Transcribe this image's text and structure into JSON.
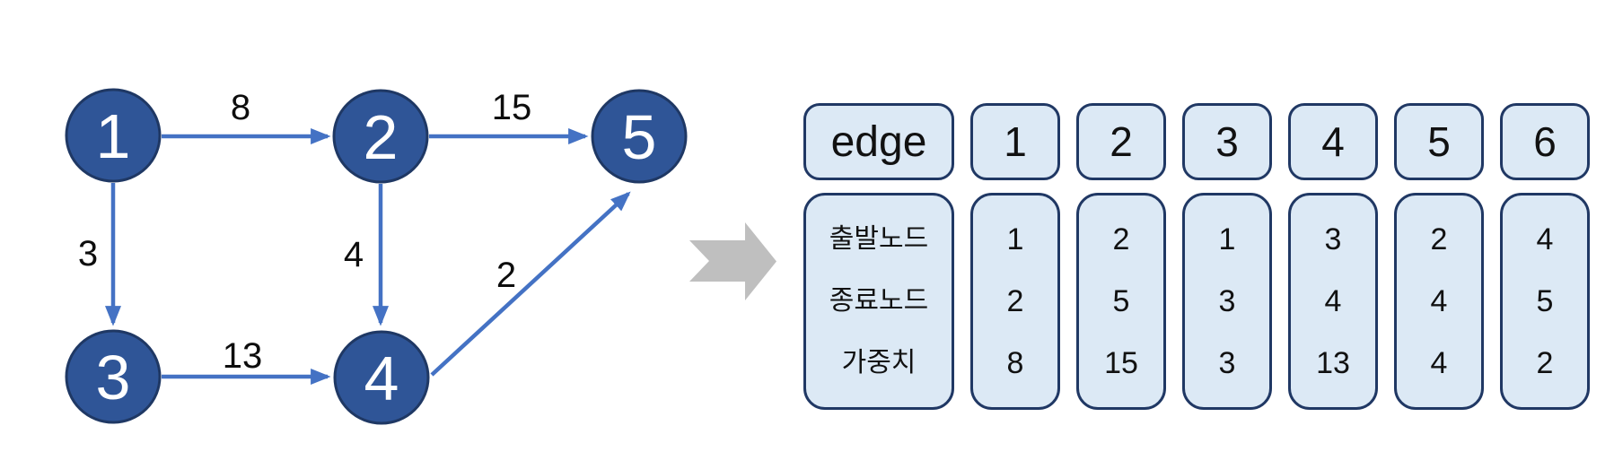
{
  "graph": {
    "nodes": [
      {
        "label": "1"
      },
      {
        "label": "2"
      },
      {
        "label": "3"
      },
      {
        "label": "4"
      },
      {
        "label": "5"
      }
    ],
    "edges": [
      {
        "from": "1",
        "to": "2",
        "weight": "8"
      },
      {
        "from": "2",
        "to": "5",
        "weight": "15"
      },
      {
        "from": "1",
        "to": "3",
        "weight": "3"
      },
      {
        "from": "2",
        "to": "4",
        "weight": "4"
      },
      {
        "from": "3",
        "to": "4",
        "weight": "13"
      },
      {
        "from": "4",
        "to": "5",
        "weight": "2"
      }
    ]
  },
  "icons": {
    "transform_arrow": "right-block-arrow-icon"
  },
  "table": {
    "edge_header": "edge",
    "header_cols": [
      "1",
      "2",
      "3",
      "4",
      "5",
      "6"
    ],
    "row_labels": [
      "출발노드",
      "종료노드",
      "가중치"
    ],
    "columns": [
      [
        "1",
        "2",
        "8"
      ],
      [
        "2",
        "5",
        "15"
      ],
      [
        "1",
        "3",
        "3"
      ],
      [
        "3",
        "4",
        "13"
      ],
      [
        "2",
        "4",
        "4"
      ],
      [
        "4",
        "5",
        "2"
      ]
    ]
  },
  "colors": {
    "node_fill": "#2F5597",
    "node_border": "#1F3864",
    "edge_blue": "#4472C4",
    "cell_fill": "#DCE9F5",
    "cell_border": "#203864",
    "transform_arrow_gray": "#BFBFBF"
  }
}
